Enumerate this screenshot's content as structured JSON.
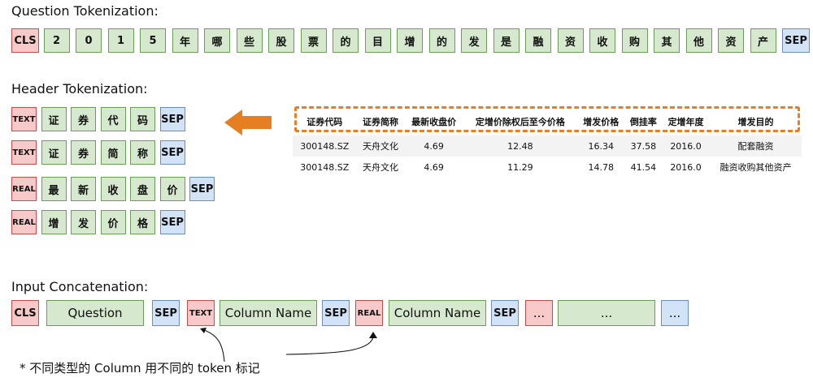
{
  "titles": {
    "question": "Question Tokenization:",
    "header": "Header Tokenization:",
    "input": "Input Concatenation:"
  },
  "question_tokens": [
    "CLS",
    "2",
    "0",
    "1",
    "5",
    "年",
    "哪",
    "些",
    "股",
    "票",
    "的",
    "目",
    "增",
    "的",
    "发",
    "是",
    "融",
    "资",
    "收",
    "购",
    "其",
    "他",
    "资",
    "产",
    "SEP"
  ],
  "header_rows": [
    [
      "TEXT",
      "证",
      "券",
      "代",
      "码",
      "SEP"
    ],
    [
      "TEXT",
      "证",
      "券",
      "简",
      "称",
      "SEP"
    ],
    [
      "REAL",
      "最",
      "新",
      "收",
      "盘",
      "价",
      "SEP"
    ],
    [
      "REAL",
      "增",
      "发",
      "价",
      "格",
      "SEP"
    ]
  ],
  "table": {
    "headers": [
      "证券代码",
      "证券简称",
      "最新收盘价",
      "定增价除权后至今价格",
      "增发价格",
      "倒挂率",
      "定增年度",
      "增发目的"
    ],
    "rows": [
      [
        "300148.SZ",
        "天舟文化",
        "4.69",
        "12.48",
        "16.34",
        "37.58",
        "2016.0",
        "配套融资"
      ],
      [
        "300148.SZ",
        "天舟文化",
        "4.69",
        "11.29",
        "14.78",
        "41.54",
        "2016.0",
        "融资收购其他资产"
      ]
    ]
  },
  "input_tokens": [
    "CLS",
    "Question",
    "SEP",
    "TEXT",
    "Column Name",
    "SEP",
    "REAL",
    "Column Name",
    "SEP",
    "...",
    "...",
    "..."
  ],
  "note": "* 不同类型的 Column 用不同的 token 标记",
  "colors": {
    "green": "#d6e8cd",
    "red": "#f7c9c9",
    "blue": "#d3e3f7",
    "arrow": "#e67e22"
  }
}
